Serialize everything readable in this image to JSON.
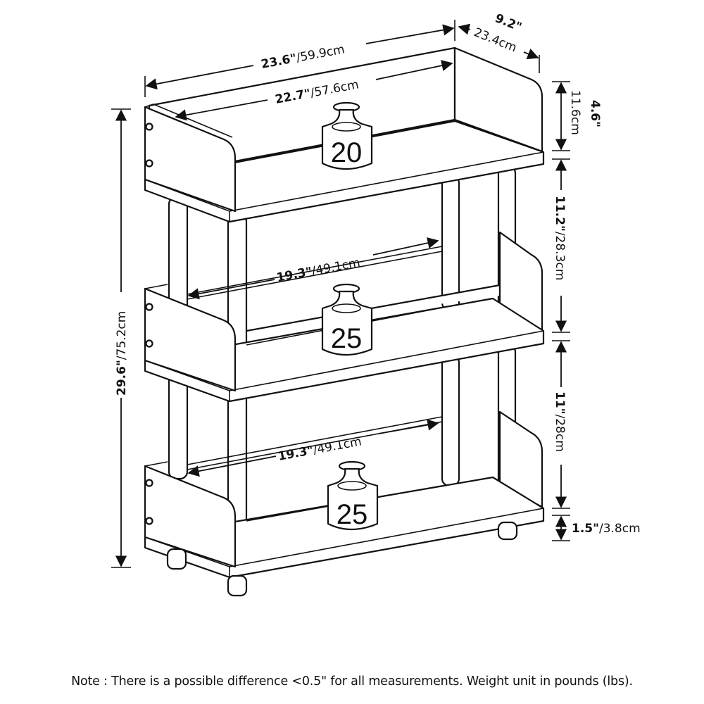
{
  "dimensions": {
    "overall_width": {
      "imperial": "23.6\"",
      "metric": "/59.9cm"
    },
    "inner_top_width": {
      "imperial": "22.7\"",
      "metric": "/57.6cm"
    },
    "depth": {
      "imperial": "9.2\"",
      "metric": "23.4cm"
    },
    "top_rail_height": {
      "imperial": "4.6\"",
      "metric": "11.6cm"
    },
    "upper_spacing": {
      "imperial": "11.2\"",
      "metric": "/28.3cm"
    },
    "lower_spacing": {
      "imperial": "11\"",
      "metric": "/28cm"
    },
    "foot_height": {
      "imperial": "1.5\"",
      "metric": "/3.8cm"
    },
    "overall_height": {
      "imperial": "29.6\"",
      "metric": "/75.2cm"
    },
    "middle_shelf_width": {
      "imperial": "19.3\"",
      "metric": "/49.1cm"
    },
    "bottom_shelf_width": {
      "imperial": "19.3\"",
      "metric": "/49.1cm"
    }
  },
  "weights": {
    "top_shelf": "20",
    "middle_shelf": "25",
    "bottom_shelf": "25"
  },
  "note": "Note : There is a possible difference <0.5\" for all measurements. Weight unit in pounds (lbs)."
}
